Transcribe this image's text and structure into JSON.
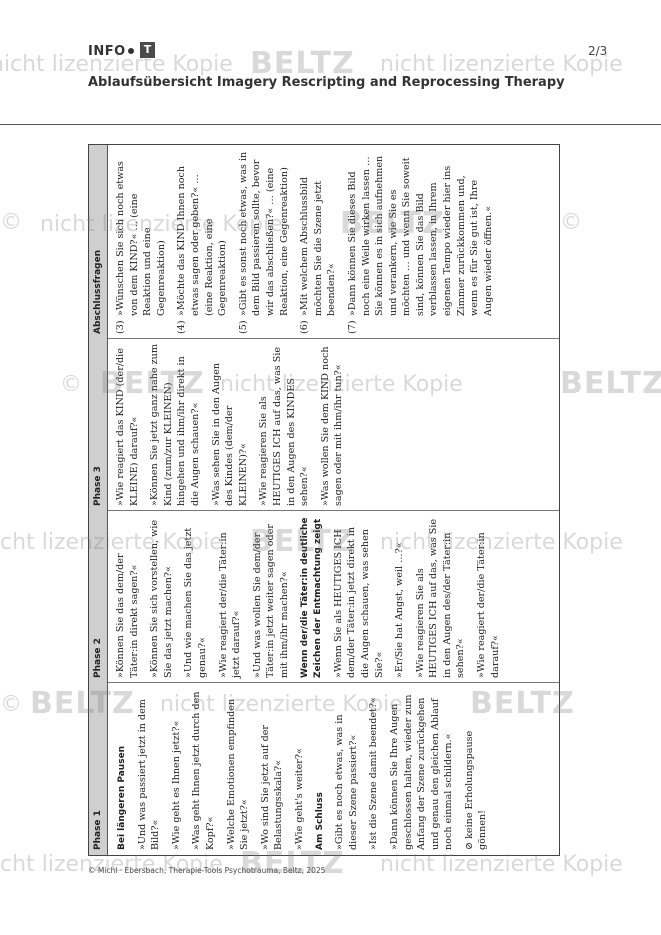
{
  "header": {
    "info_label": "INFO",
    "tag": "T",
    "page": "2/3",
    "title": "Ablaufsübersicht Imagery Rescripting and Reprocessing Therapy"
  },
  "table": {
    "phase1": {
      "heading": "Phase 1",
      "section1_title": "Bei längeren Pausen",
      "section1_items": [
        "»Und was passiert jetzt in dem Bild?«",
        "»Wie geht es Ihnen jetzt?«",
        "»Was geht Ihnen jetzt durch den Kopf?«",
        "»Welche Emotionen empfinden Sie jetzt?«",
        "»Wo sind Sie jetzt auf der Belastungsskala?«",
        "»Wie geht's weiter?«"
      ],
      "section2_title": "Am Schluss",
      "section2_items": [
        "»Gibt es noch etwas, was in dieser Szene passiert?«",
        "»Ist die Szene damit beendet?«",
        "»Dann können Sie Ihre Augen geschlossen halten, wieder zum Anfang der Szene zurückgehen und genau den gleichen Ablauf noch einmal schildern.«",
        "keine Erholungspause gönnen!"
      ]
    },
    "phase2": {
      "heading": "Phase 2",
      "items": [
        "»Können Sie das dem/der Täter:in direkt sagen?«",
        "»Können Sie sich vorstellen, wie Sie das jetzt machen?«",
        "»Und wie machen Sie das jetzt genau?«",
        "»Wie reagiert der/die Täter:in jetzt darauf?«",
        "»Und was wollen Sie dem/der Täter:in jetzt weiter sagen oder mit ihm/ihr machen?«"
      ],
      "bold_note": "Wenn der/die Täter:in deutliche Zeichen der Entmachtung zeigt",
      "items2": [
        "»Wenn Sie als HEUTIGES ICH dem/der Täter:in jetzt direkt in die Augen schauen, was sehen Sie?«",
        "»Er/Sie hat Angst, weil …?«",
        "»Wie reagieren Sie als HEUTIGES ICH auf das, was Sie in den Augen des/der Täter:in sehen?«",
        "»Wie reagiert der/die Täter:in darauf?«"
      ]
    },
    "phase3": {
      "heading": "Phase 3",
      "items": [
        "»Wie reagiert das KIND (der/die KLEINE) darauf?«",
        "»Können Sie jetzt ganz nahe zum Kind (zum/zur KLEINEN) hingehen und ihm/ihr direkt in die Augen schauen?«",
        "»Was sehen Sie in den Augen des Kindes (dem/der KLEINEN)?«",
        "»Wie reagieren Sie als HEUTIGES ICH auf das, was Sie in den Augen des KINDES sehen?«",
        "»Was wollen Sie dem KIND noch sagen oder mit ihm/ihr tun?«"
      ]
    },
    "closing": {
      "heading": "Abschlussfragen",
      "items": [
        {
          "n": "(3)",
          "text": "»Wünschen Sie sich noch etwas von dem KIND?« … (eine Reaktion und eine Gegenreaktion)"
        },
        {
          "n": "(4)",
          "text": "»Möchte das KIND Ihnen noch etwas sagen oder geben?« … (eine Reaktion, eine Gegenreaktion)"
        },
        {
          "n": "(5)",
          "text": "»Gibt es sonst noch etwas, was in dem Bild passieren sollte, bevor wir das abschließen?« … (eine Reaktion, eine Gegenreaktion)"
        },
        {
          "n": "(6)",
          "text": "»Mit welchem Abschlussbild möchten Sie die Szene jetzt beenden?«"
        },
        {
          "n": "(7)",
          "text": "»Dann können Sie dieses Bild noch eine Weile wirken lassen … Sie können es in sich aufnehmen und verankern, wie Sie es möchten … und wenn Sie soweit sind, können Sie das Bild verblassen lassen, in Ihrem eigenen Tempo wieder hier ins Zimmer zurückkommen und, wenn es für Sie gut ist, Ihre Augen wieder öffnen.«"
        }
      ]
    }
  },
  "footer": "© Michl · Ebersbach, Therapie-Tools Psychotrauma, Beltz, 2025",
  "watermark": {
    "text": "nicht lizenzierte Kopie",
    "brand": "BELTZ",
    "copy": "©"
  }
}
